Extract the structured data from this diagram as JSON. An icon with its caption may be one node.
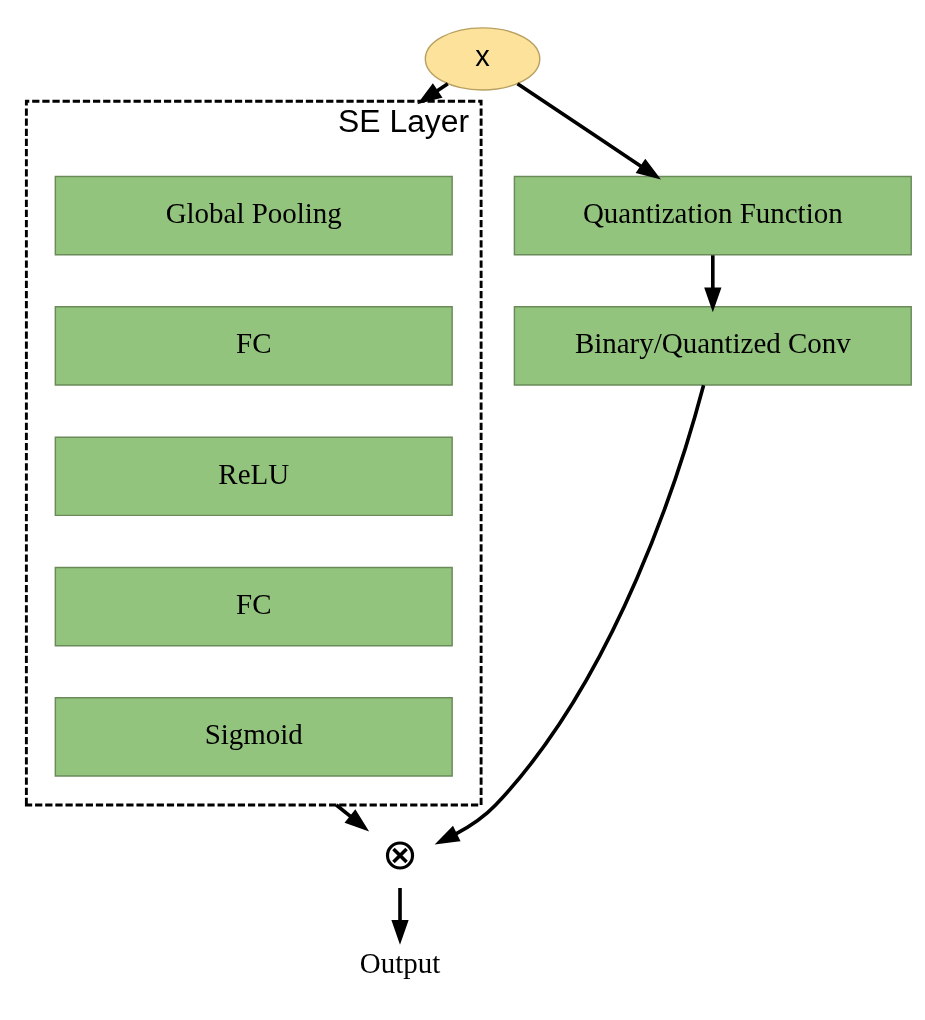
{
  "diagram": {
    "nodes": [
      {
        "text": [
          "x"
        ]
      },
      {
        "text": [
          "Quantization Function"
        ]
      },
      {
        "text": [
          "Binary/Quantized Conv"
        ]
      },
      {
        "text": [
          "SE Layer"
        ]
      },
      {
        "text": [
          "Global Pooling"
        ],
        "in": 3
      },
      {
        "text": [
          "FC"
        ],
        "in": 3
      },
      {
        "text": [
          "ReLU"
        ],
        "in": 3
      },
      {
        "text": [
          "FC"
        ],
        "in": 3
      },
      {
        "text": [
          "Sigmoid"
        ],
        "in": 3
      },
      {
        "text": [
          "⊗"
        ]
      },
      {
        "text": [
          "Output"
        ]
      }
    ],
    "edges": [
      {
        "from": 0,
        "to": 1,
        "arrow": "to"
      },
      {
        "from": 1,
        "to": 2,
        "arrow": "to"
      },
      {
        "from": 2,
        "to": 9,
        "arrow": "to"
      },
      {
        "from": 0,
        "to": 3,
        "arrow": "to"
      },
      {
        "from": 3,
        "to": 9,
        "arrow": "to"
      },
      {
        "from": 9,
        "to": 10,
        "arrow": "to"
      }
    ]
  }
}
